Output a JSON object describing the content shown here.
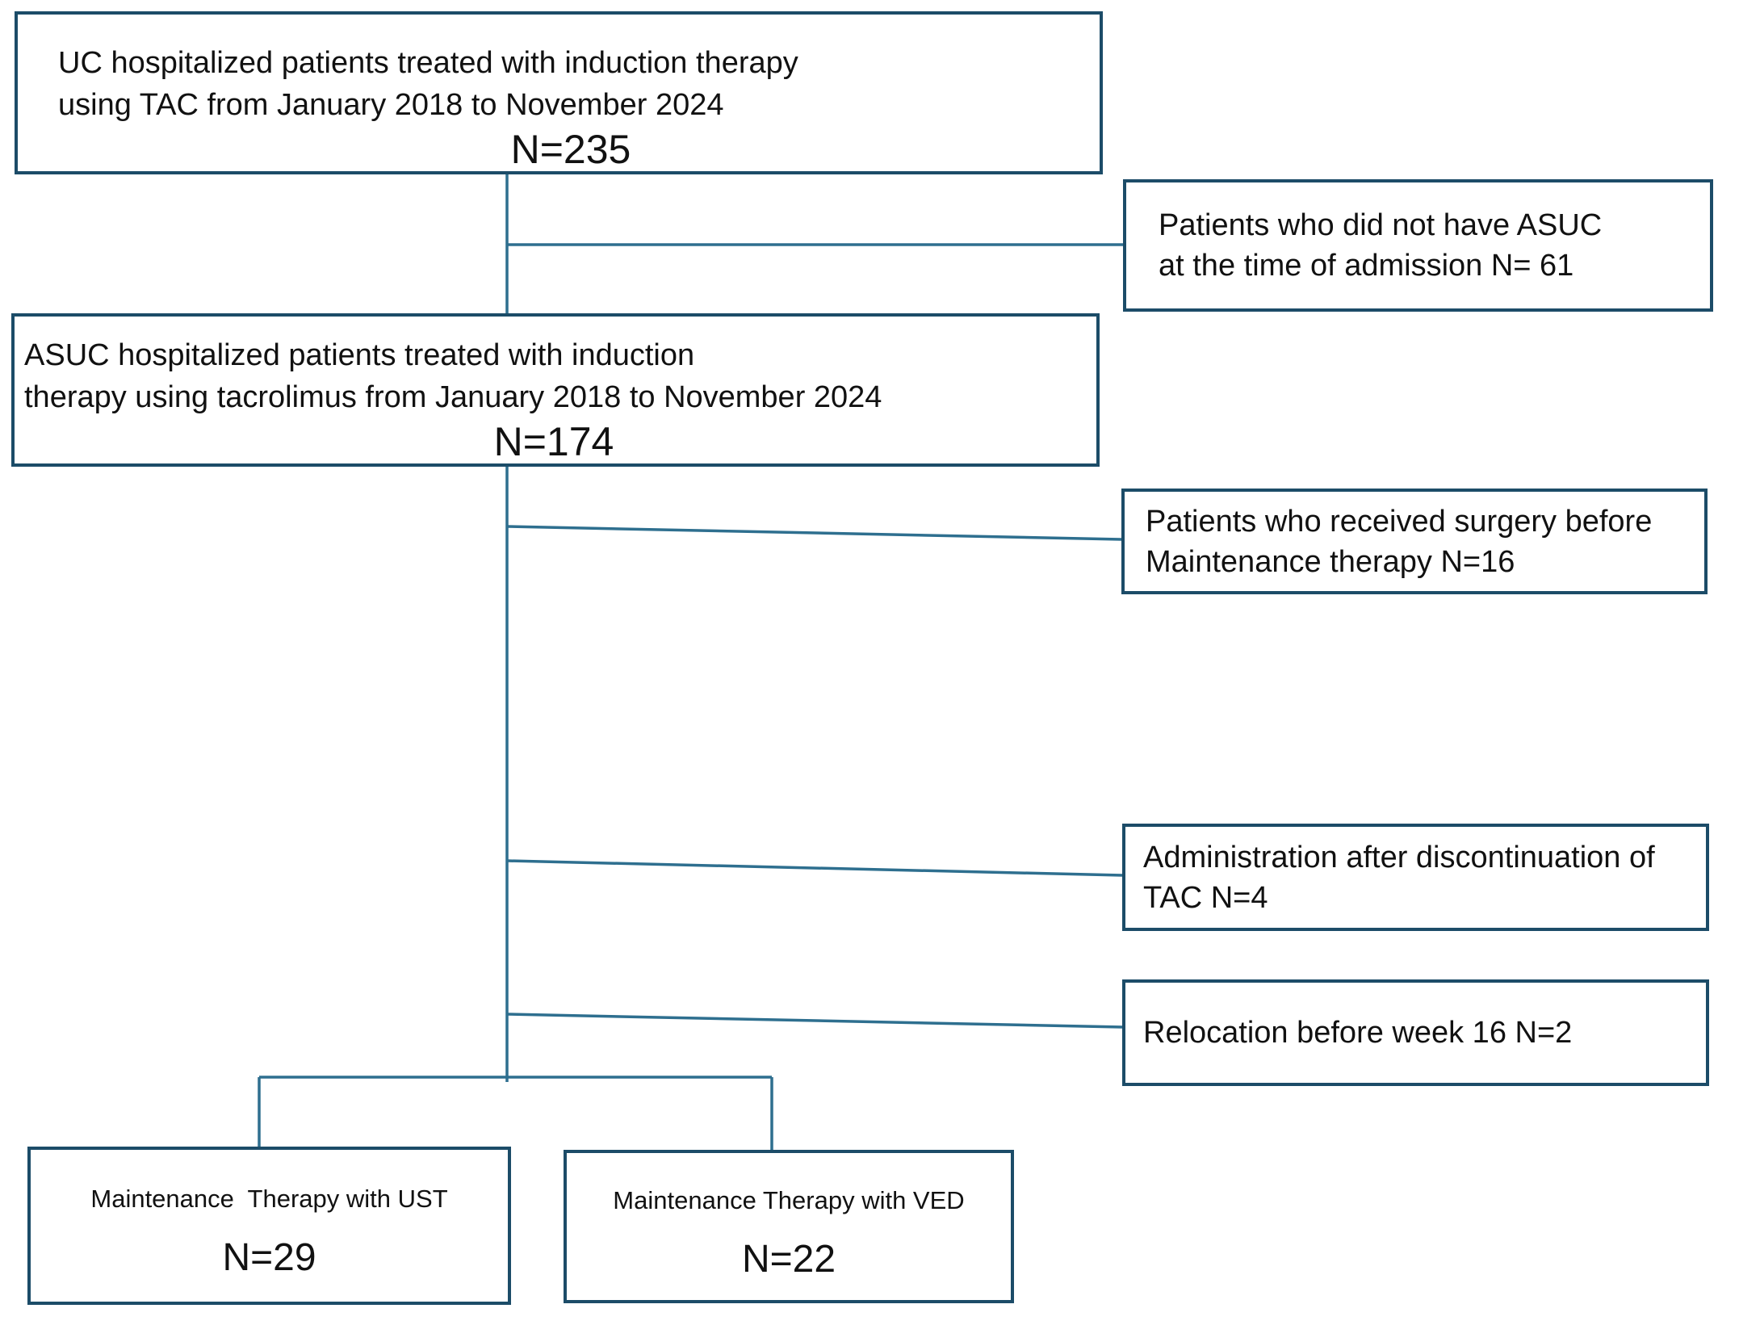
{
  "diagram": {
    "type": "flowchart",
    "description_of_structure": "CONSORT-style patient flow: top cohort box, exclusion boxes on the right, final two maintenance-therapy arms at the bottom",
    "colors": {
      "box_border": "#1c4c68",
      "connector_line": "#2e6f8f",
      "text": "#111111",
      "background": "#ffffff"
    },
    "boxes": {
      "uc": {
        "line1": "UC hospitalized patients treated with induction therapy",
        "line2": "using TAC from January 2018 to November 2024",
        "n": "N=235"
      },
      "not_asuc": {
        "line1": "Patients who did not have ASUC",
        "line2": "at the time of admission N= 61"
      },
      "asuc": {
        "line1": "ASUC hospitalized patients treated with induction",
        "line2": "therapy using tacrolimus from January 2018 to November 2024",
        "n": "N=174"
      },
      "surgery": {
        "line1": "Patients who received surgery before",
        "line2": "Maintenance therapy N=16"
      },
      "discontinuation": {
        "line1": "Administration after discontinuation of",
        "line2": "TAC N=4"
      },
      "relocation": {
        "line1": "Relocation before week 16 N=2"
      },
      "ust": {
        "label": "Maintenance  Therapy with UST",
        "n": "N=29"
      },
      "ved": {
        "label": "Maintenance Therapy with VED",
        "n": "N=22"
      }
    }
  }
}
